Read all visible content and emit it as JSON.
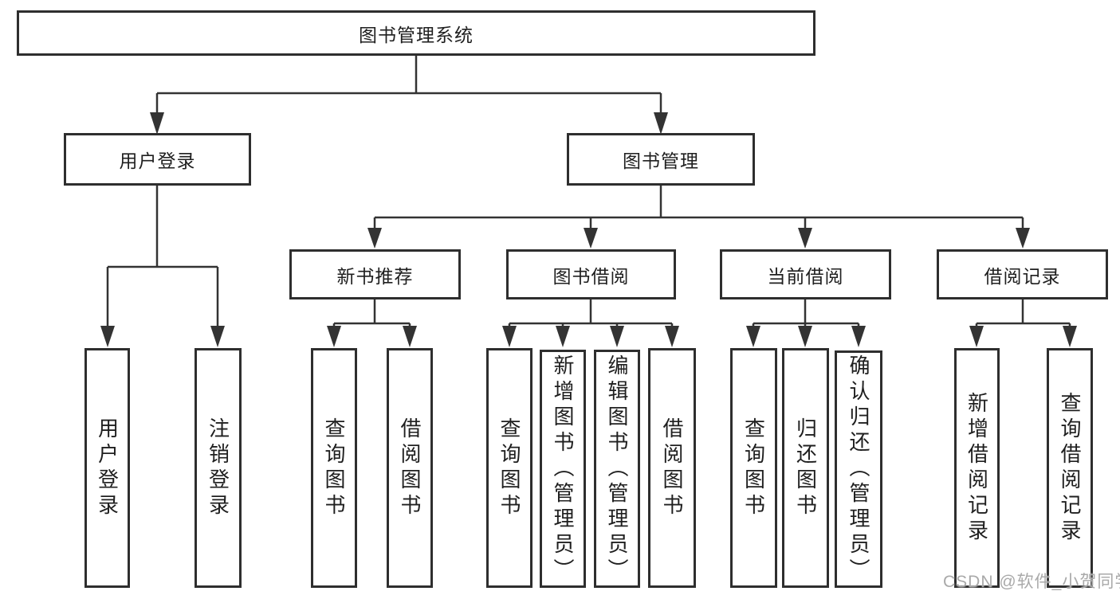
{
  "diagram_type": "hierarchy-tree",
  "colors": {
    "background": "#ffffff",
    "box_border": "#2e2e2e",
    "connector": "#333333",
    "text": "#1f1f1f",
    "watermark_text": "#a9a9a9"
  },
  "tree": {
    "label": "图书管理系统",
    "children": [
      {
        "label": "用户登录",
        "children": [
          {
            "label": "用户登录"
          },
          {
            "label": "注销登录"
          }
        ]
      },
      {
        "label": "图书管理",
        "children": [
          {
            "label": "新书推荐",
            "children": [
              {
                "label": "查询图书"
              },
              {
                "label": "借阅图书"
              }
            ]
          },
          {
            "label": "图书借阅",
            "children": [
              {
                "label": "查询图书"
              },
              {
                "label": "新增图书（管理员）"
              },
              {
                "label": "编辑图书（管理员）"
              },
              {
                "label": "借阅图书"
              }
            ]
          },
          {
            "label": "当前借阅",
            "children": [
              {
                "label": "查询图书"
              },
              {
                "label": "归还图书"
              },
              {
                "label": "确认归还（管理员）"
              }
            ]
          },
          {
            "label": "借阅记录",
            "children": [
              {
                "label": "新增借阅记录"
              },
              {
                "label": "查询借阅记录"
              }
            ]
          }
        ]
      }
    ]
  },
  "watermark": "CSDN @软件_小贺同学"
}
